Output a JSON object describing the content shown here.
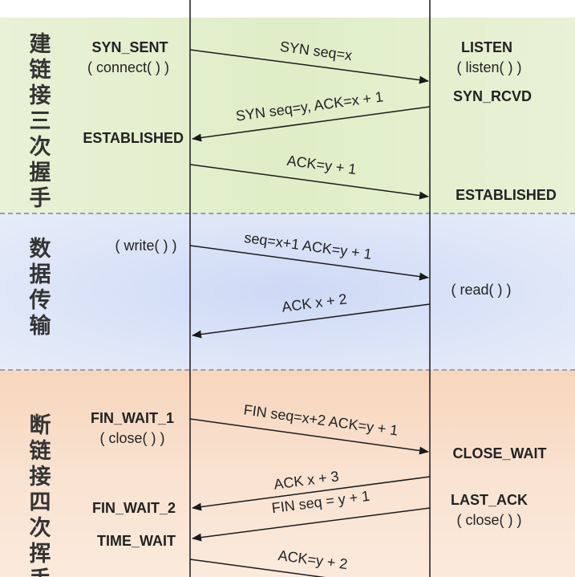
{
  "sections": {
    "handshake": "建链接三次握手",
    "data_transfer": "数据传输",
    "teardown": "断链接四次挥手"
  },
  "client_states": {
    "syn_sent": "SYN_SENT",
    "connect": "( connect( ) )",
    "established": "ESTABLISHED",
    "write": "( write( ) )",
    "fin_wait_1": "FIN_WAIT_1",
    "close": "( close( ) )",
    "fin_wait_2": "FIN_WAIT_2",
    "time_wait": "TIME_WAIT"
  },
  "server_states": {
    "listen": "LISTEN",
    "listen_call": "( listen( ) )",
    "syn_rcvd": "SYN_RCVD",
    "established": "ESTABLISHED",
    "read": "( read( ) )",
    "close_wait": "CLOSE_WAIT",
    "last_ack": "LAST_ACK",
    "close": "( close( ) )"
  },
  "messages": {
    "syn": "SYN seq=x",
    "syn_ack": "SYN seq=y, ACK=x + 1",
    "ack1": "ACK=y + 1",
    "data": "seq=x+1 ACK=y + 1",
    "data_ack": "ACK x + 2",
    "fin1": "FIN seq=x+2 ACK=y + 1",
    "ack3": "ACK x + 3",
    "fin2": "FIN seq = y + 1",
    "ack_final": "ACK=y + 2"
  },
  "colors": {
    "handshake_band": "#dfeec7",
    "data_band": "#d7e0f6",
    "teardown_band": "#f8dcc6",
    "line": "#1a1a1a",
    "divider": "#9aa0a6"
  }
}
